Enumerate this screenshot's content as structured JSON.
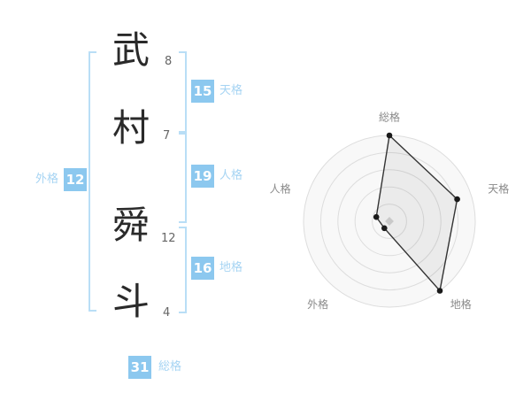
{
  "name": {
    "characters": [
      {
        "char": "武",
        "strokes": "8"
      },
      {
        "char": "村",
        "strokes": "7"
      },
      {
        "char": "舜",
        "strokes": "12"
      },
      {
        "char": "斗",
        "strokes": "4"
      }
    ]
  },
  "kaku": {
    "tenkaku": {
      "value": "15",
      "label": "天格"
    },
    "jinkaku": {
      "value": "19",
      "label": "人格"
    },
    "chikaku": {
      "value": "16",
      "label": "地格"
    },
    "gaikaku": {
      "value": "12",
      "label": "外格"
    },
    "soukaku": {
      "value": "31",
      "label": "総格"
    }
  },
  "colors": {
    "accent_badge": "#8cc8ef",
    "accent_label": "#a6d4f3",
    "bracket": "#b9def6",
    "ring_stroke": "#dddddd",
    "ring_fill": "#f8f8f8",
    "polygon_stroke": "#333333",
    "polygon_fill": "rgba(0,0,0,0.05)",
    "dot": "#1a1a1a",
    "axis_label": "#8a8a8a",
    "center_mark": "#c9c9c9"
  },
  "chart_data": {
    "type": "radar",
    "categories": [
      "総格",
      "天格",
      "地格",
      "外格",
      "人格"
    ],
    "values": [
      100,
      83,
      100,
      10,
      16
    ],
    "max": 100,
    "rings": 5,
    "start_angle_deg": -90,
    "direction": "clockwise",
    "legend": false,
    "grid": "concentric-circles"
  }
}
